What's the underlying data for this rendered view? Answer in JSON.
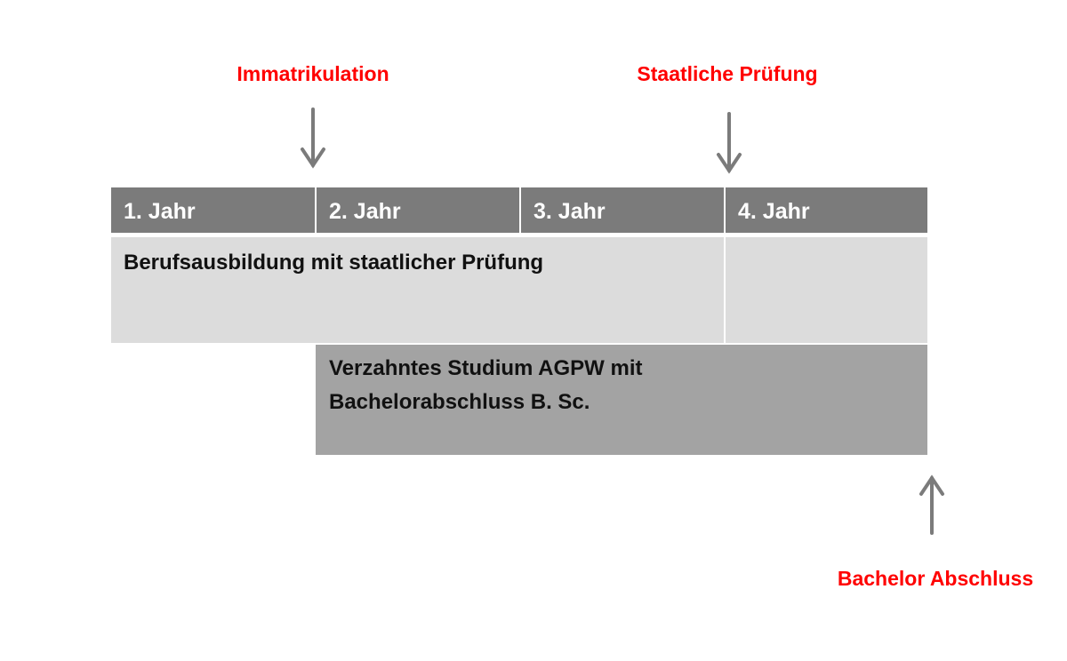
{
  "milestones": {
    "immatrikulation": "Immatrikulation",
    "staatliche_pruefung": "Staatliche  Prüfung",
    "bachelor_abschluss": "Bachelor  Abschluss"
  },
  "years": [
    "1. Jahr",
    "2. Jahr",
    "3. Jahr",
    "4. Jahr"
  ],
  "bars": {
    "berufsausbildung": "Berufsausbildung mit staatlicher Prüfung",
    "studium_line1": "Verzahntes Studium AGPW mit",
    "studium_line2": "Bachelorabschluss B. Sc."
  },
  "colors": {
    "milestone": "#ff0000",
    "header": "#7b7b7b",
    "light": "#dcdcdc",
    "dark": "#a3a3a3",
    "arrow": "#7b7b7b"
  }
}
